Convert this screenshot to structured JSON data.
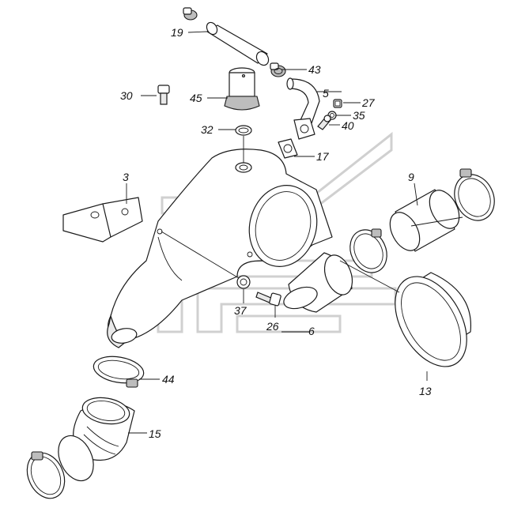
{
  "callouts": {
    "c19": "19",
    "c43": "43",
    "c5": "5",
    "c27": "27",
    "c35": "35",
    "c40": "40",
    "c30": "30",
    "c45": "45",
    "c32": "32",
    "c17": "17",
    "c3": "3",
    "c9": "9",
    "c37": "37",
    "c26": "26",
    "c6": "6",
    "c13": "13",
    "c44": "44",
    "c15": "15"
  },
  "style": {
    "line_color": "#1a1a1a",
    "watermark_color": "#d0d0d0",
    "background": "#ffffff"
  }
}
